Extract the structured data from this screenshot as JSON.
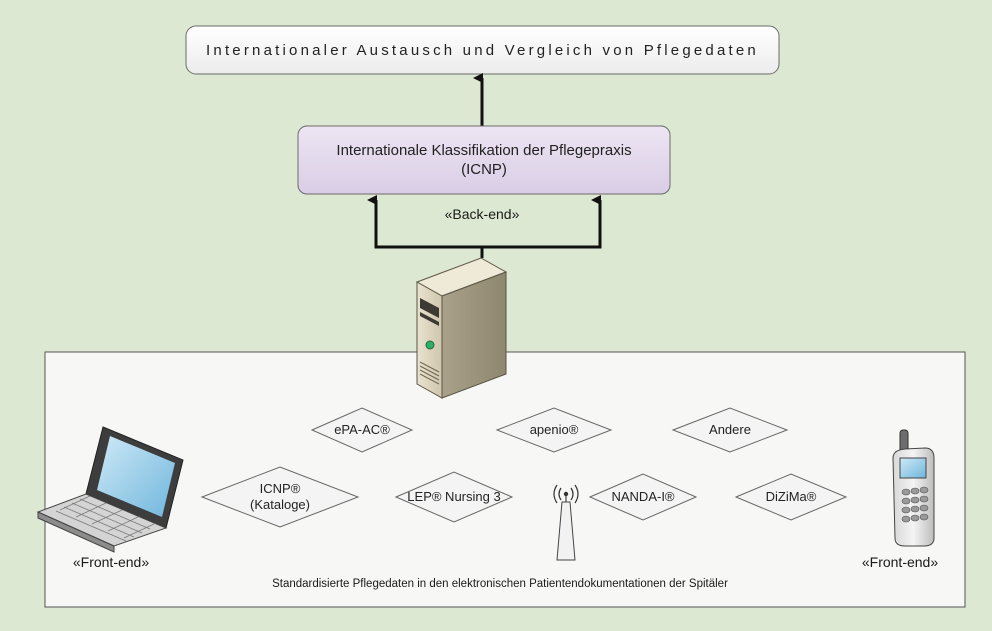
{
  "diagram": {
    "top_box": {
      "text": "Internationaler Austausch und Vergleich von Pflegedaten"
    },
    "icnp_box": {
      "line1": "Internationale Klassifikation der Pflegepraxis",
      "line2": "(ICNP)"
    },
    "back_end_label": "«Back-end»",
    "front_end_left_label": "«Front-end»",
    "front_end_right_label": "«Front-end»",
    "systems": [
      {
        "label": "ePA-AC®"
      },
      {
        "label": "apenio®"
      },
      {
        "label": "Andere"
      },
      {
        "label": "ICNP®\n(Kataloge)"
      },
      {
        "label": "LEP® Nursing 3"
      },
      {
        "label": "NANDA-I®"
      },
      {
        "label": "DiZiMa®"
      }
    ],
    "caption": "Standardisierte Pflegedaten in den elektronischen Patientendokumentationen der Spitäler"
  },
  "colors": {
    "background": "#dde8d2",
    "panel": "#f7f7f5",
    "top_box_fill": "#f6f6f6",
    "icnp_box_fill": "#e3d9ec",
    "arrow": "#111111"
  },
  "icons": [
    "server-icon",
    "laptop-icon",
    "mobile-phone-icon",
    "antenna-icon"
  ]
}
